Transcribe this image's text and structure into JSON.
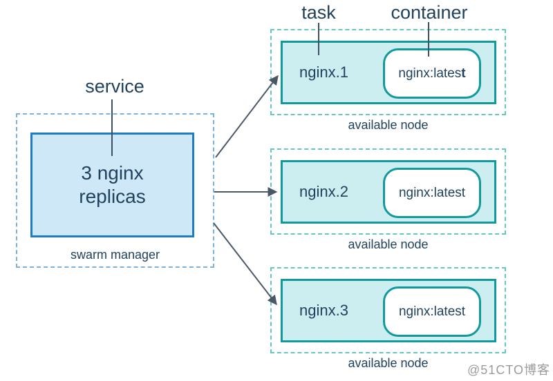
{
  "labels": {
    "service": "service",
    "task": "task",
    "container": "container"
  },
  "manager": {
    "replicas": "3 nginx\nreplicas",
    "caption": "swarm manager"
  },
  "nodes": [
    {
      "task_name": "nginx.1",
      "image_main": "nginx:lates",
      "image_bold": "t",
      "caption": "available node"
    },
    {
      "task_name": "nginx.2",
      "image_main": "nginx:latest",
      "image_bold": "",
      "caption": "available node"
    },
    {
      "task_name": "nginx.3",
      "image_main": "nginx:latest",
      "image_bold": "",
      "caption": "available node"
    }
  ],
  "watermark": "@51CTO博客",
  "colors": {
    "text": "#21425d",
    "manager_border": "#1f7ec3",
    "manager_fill": "#cfe8f8",
    "manager_dashed": "#7ab2dd",
    "node_border": "#12999c",
    "node_fill": "#cdeef1",
    "node_dashed": "#66c7c1",
    "arrow": "#4a5866",
    "watermark_gray": "#9b9b9b"
  }
}
